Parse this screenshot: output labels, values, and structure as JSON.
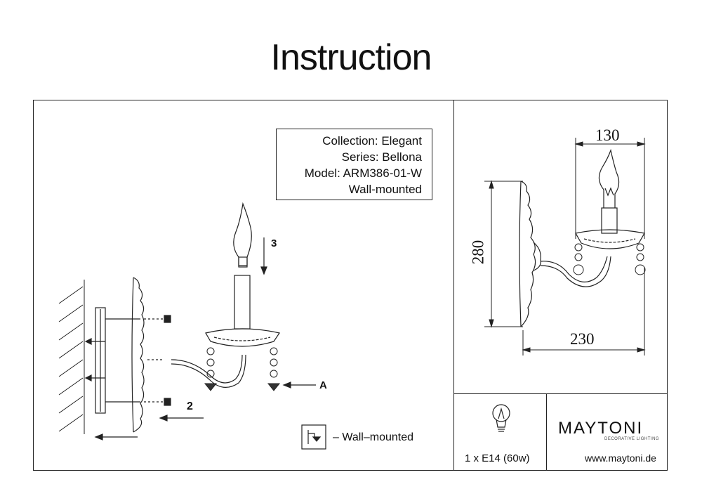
{
  "header": {
    "title": "Instruction"
  },
  "info": {
    "collection": "Collection: Elegant",
    "series": "Series: Bellona",
    "model": "Model: ARM386-01-W",
    "mount": "Wall-mounted"
  },
  "dimensions": {
    "width_top": "130",
    "height": "280",
    "depth": "230"
  },
  "steps": {
    "step3": "3",
    "step2": "2",
    "part_a": "A"
  },
  "legend": {
    "mount_text": "– Wall–mounted"
  },
  "bulb": {
    "spec": "1 x E14 (60w)"
  },
  "brand": {
    "name": "MAYTONI",
    "tagline": "DECORATIVE LIGHTING",
    "url": "www.maytoni.de"
  }
}
